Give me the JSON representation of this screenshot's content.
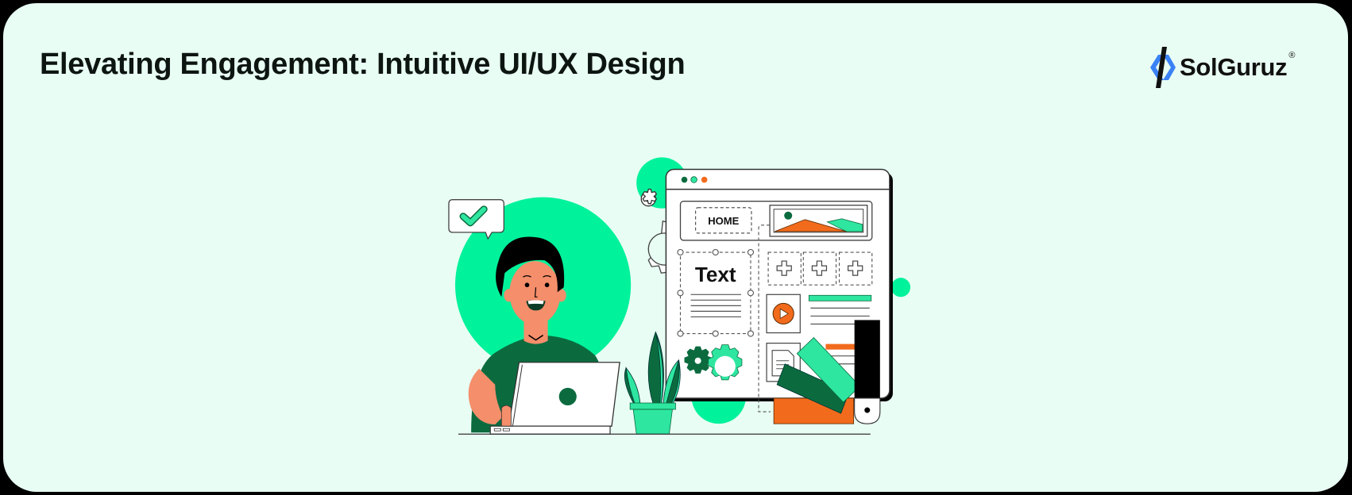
{
  "banner": {
    "title": "Elevating Engagement: Intuitive UI/UX Design",
    "background_color": "#E8FDF4",
    "frame_color": "#000000"
  },
  "logo": {
    "brand_name": "SolGuruz",
    "registered_mark": "®",
    "icon": "solguruz-chevron-logo-icon",
    "colors": {
      "blue": "#3B82F6",
      "black": "#111111"
    }
  },
  "illustration": {
    "description": "Person at laptop designing a web page wireframe",
    "wireframe": {
      "nav_label": "HOME",
      "text_block_label": "Text",
      "window_dots": [
        "#0B6B3F",
        "#2EE6A0",
        "#F26B1D"
      ]
    },
    "palette": {
      "mint": "#00F29B",
      "dark_green": "#0B6B3F",
      "orange": "#F26B1D",
      "skin": "#F58E6B",
      "black": "#000000",
      "white": "#FFFFFF"
    },
    "icons": [
      "check-bubble-icon",
      "gear-icon",
      "play-icon",
      "document-icon",
      "plus-icon",
      "image-placeholder-icon",
      "color-swatch-icon",
      "plant-icon",
      "laptop-icon"
    ]
  }
}
